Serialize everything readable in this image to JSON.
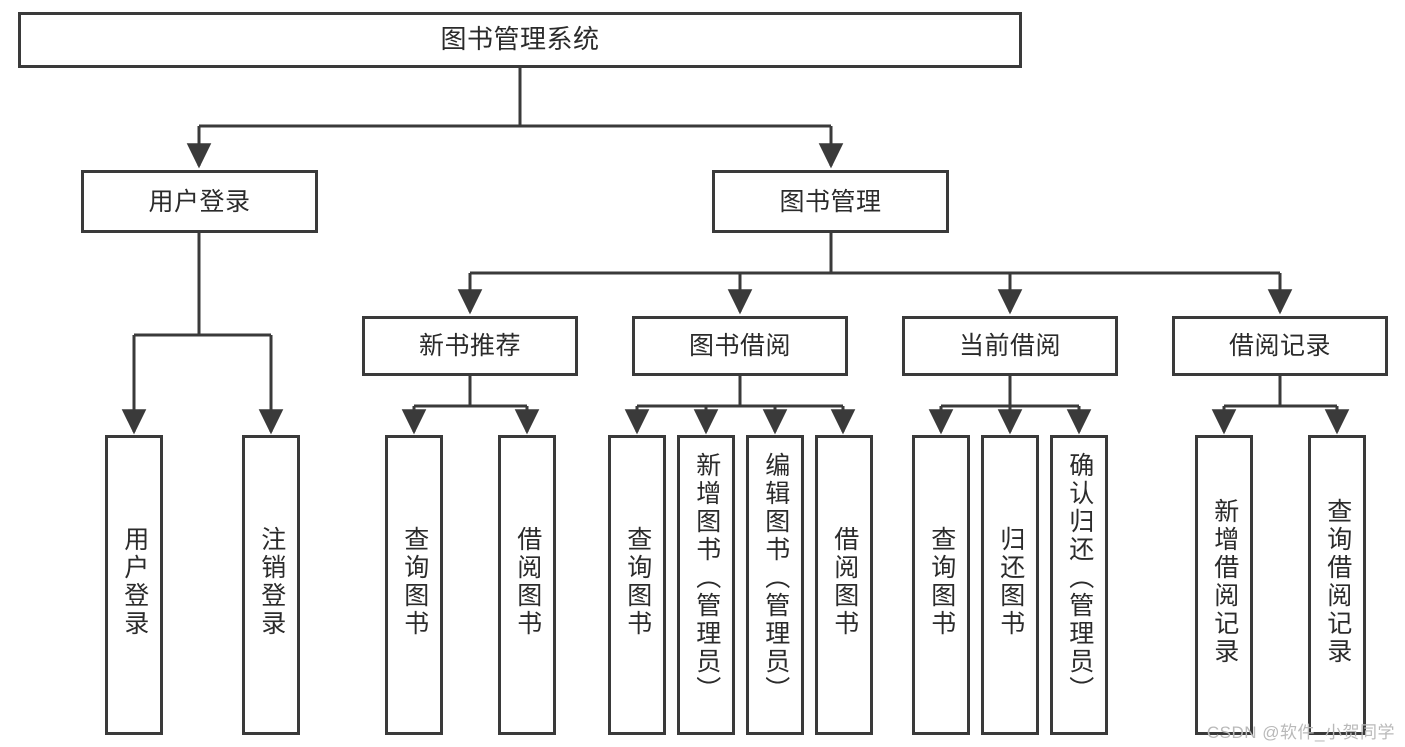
{
  "diagram": {
    "title": "图书管理系统",
    "type": "hierarchy-tree",
    "watermark": "CSDN @软件_小贺同学",
    "colors": {
      "stroke": "#3a3a3a",
      "text": "#2b2b2b",
      "background": "#ffffff",
      "watermark": "#b9b9b9"
    },
    "nodes": {
      "root": {
        "label": "图书管理系统"
      },
      "level2": [
        {
          "id": "user-login",
          "label": "用户登录"
        },
        {
          "id": "book-management",
          "label": "图书管理"
        }
      ],
      "level3": [
        {
          "id": "new-book-recommend",
          "label": "新书推荐"
        },
        {
          "id": "book-borrow",
          "label": "图书借阅"
        },
        {
          "id": "current-borrow",
          "label": "当前借阅"
        },
        {
          "id": "borrow-record",
          "label": "借阅记录"
        }
      ],
      "leaves": {
        "user_login": [
          {
            "id": "leaf-user-login",
            "label": "用户登录"
          },
          {
            "id": "leaf-logout-login",
            "label": "注销登录"
          }
        ],
        "new_book_recommend": [
          {
            "id": "leaf-query-book-1",
            "label": "查询图书"
          },
          {
            "id": "leaf-borrow-book-1",
            "label": "借阅图书"
          }
        ],
        "book_borrow": [
          {
            "id": "leaf-query-book-2",
            "label": "查询图书"
          },
          {
            "id": "leaf-add-book",
            "label": "新增图书（管理员）"
          },
          {
            "id": "leaf-edit-book",
            "label": "编辑图书（管理员）"
          },
          {
            "id": "leaf-borrow-book-2",
            "label": "借阅图书"
          }
        ],
        "current_borrow": [
          {
            "id": "leaf-query-book-3",
            "label": "查询图书"
          },
          {
            "id": "leaf-return-book",
            "label": "归还图书"
          },
          {
            "id": "leaf-confirm-return",
            "label": "确认归还（管理员）"
          }
        ],
        "borrow_record": [
          {
            "id": "leaf-add-record",
            "label": "新增借阅记录"
          },
          {
            "id": "leaf-query-record",
            "label": "查询借阅记录"
          }
        ]
      }
    }
  }
}
